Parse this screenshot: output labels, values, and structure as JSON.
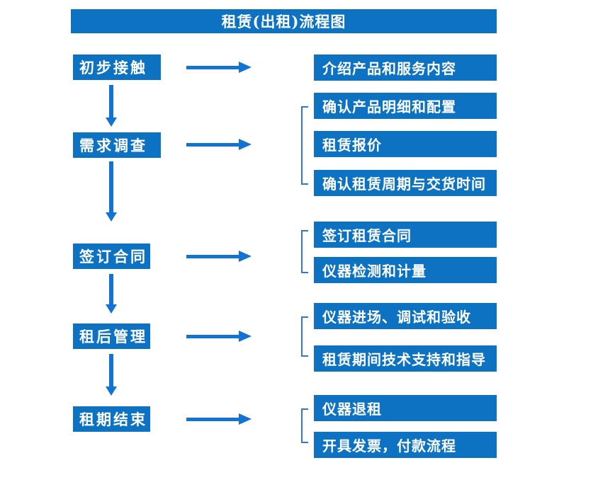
{
  "title": "租赁(出租)流程图",
  "colors": {
    "title_bar": "#0d72c1",
    "box_fill": "#0d72c1",
    "arrow": "#1373d2",
    "bracket": "#2e7cc9",
    "text": "#ffffff",
    "background": "#ffffff"
  },
  "stages": [
    {
      "label": "初步接触",
      "details": [
        "介绍产品和服务内容"
      ]
    },
    {
      "label": "需求调查",
      "details": [
        "确认产品明细和配置",
        "租赁报价",
        "确认租赁周期与交货时间"
      ]
    },
    {
      "label": "签订合同",
      "details": [
        "签订租赁合同",
        "仪器检测和计量"
      ]
    },
    {
      "label": "租后管理",
      "details": [
        "仪器进场、调试和验收",
        "租赁期间技术支持和指导"
      ]
    },
    {
      "label": "租期结束",
      "details": [
        "仪器退租",
        "开具发票，付款流程"
      ]
    }
  ]
}
